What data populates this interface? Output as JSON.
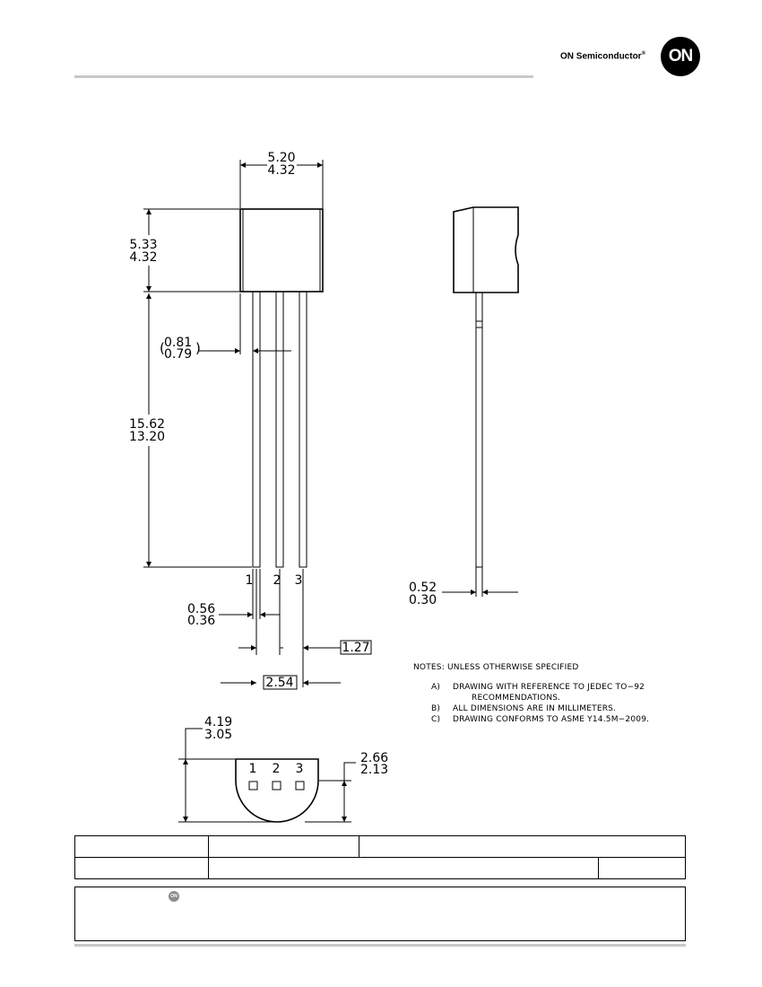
{
  "header": {
    "brand_text": "ON Semiconductor",
    "brand_mark": "®",
    "logo_text": "ON"
  },
  "front_view": {
    "body_width": [
      "5.20",
      "4.32"
    ],
    "body_height": [
      "5.33",
      "4.32"
    ],
    "lead_thickness_ref": [
      "0.81",
      "0.79"
    ],
    "lead_length": [
      "15.62",
      "13.20"
    ],
    "lead_width": [
      "0.56",
      "0.36"
    ],
    "pitch_basic": "1.27",
    "span_basic": "2.54",
    "pin_numbers": [
      "1",
      "2",
      "3"
    ]
  },
  "side_view": {
    "lead_thickness": [
      "0.52",
      "0.30"
    ]
  },
  "bottom_view": {
    "overall_depth": [
      "4.19",
      "3.05"
    ],
    "flat_depth": [
      "2.66",
      "2.13"
    ],
    "pin_numbers": [
      "1",
      "2",
      "3"
    ]
  },
  "notes": {
    "title": "NOTES: UNLESS OTHERWISE SPECIFIED",
    "items": [
      {
        "tag": "A)",
        "line1": "DRAWING WITH REFERENCE TO JEDEC TO−92",
        "line2": "RECOMMENDATIONS."
      },
      {
        "tag": "B)",
        "line1": "ALL DIMENSIONS ARE IN MILLIMETERS.",
        "line2": ""
      },
      {
        "tag": "C)",
        "line1": "DRAWING CONFORMS TO ASME Y14.5M−2009.",
        "line2": ""
      }
    ]
  },
  "legal": {
    "mini_logo_text": "ON"
  }
}
